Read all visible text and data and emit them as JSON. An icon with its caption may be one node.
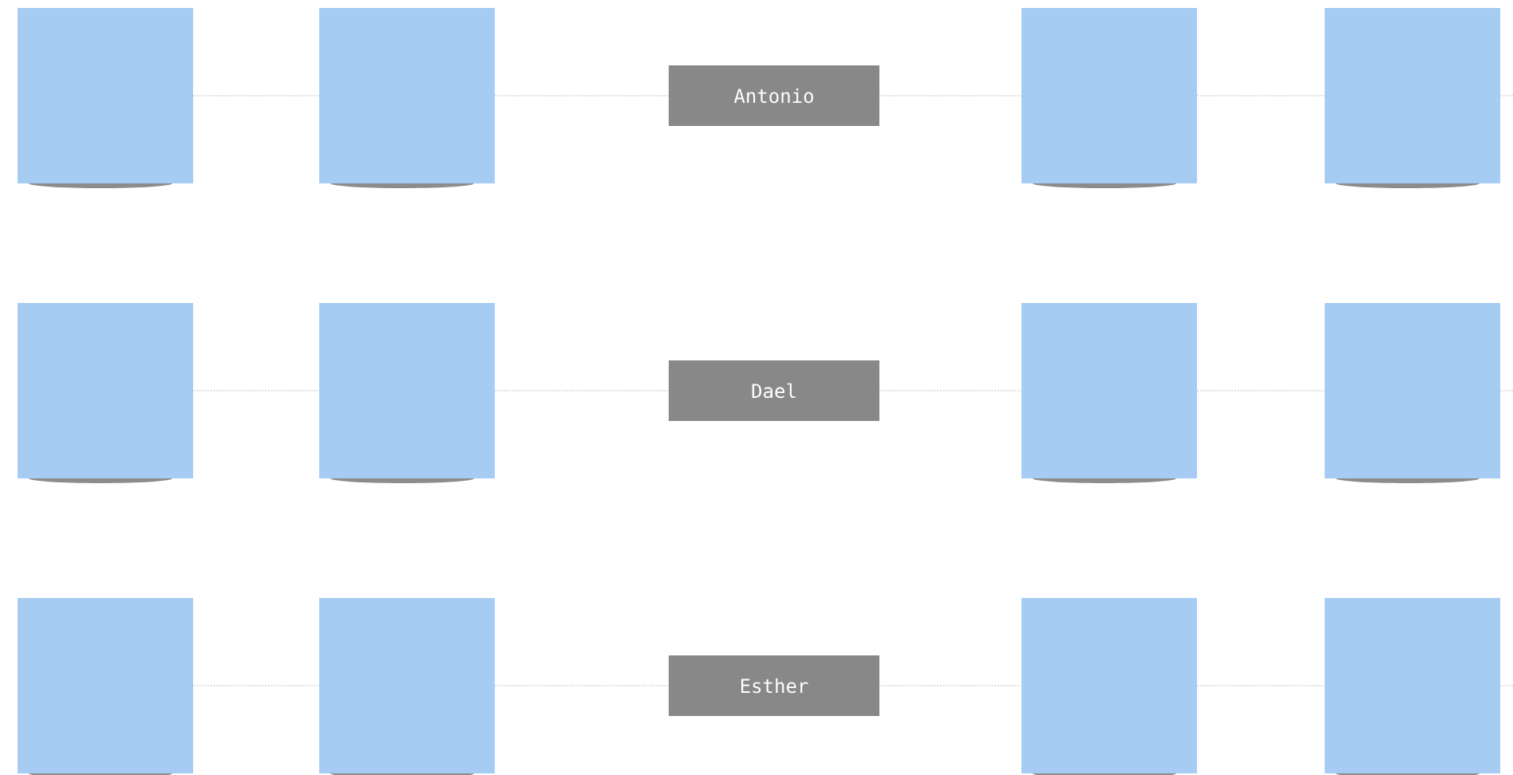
{
  "diagram": {
    "nodes": [
      {
        "text": [],
        "shape": "box"
      },
      {
        "text": [],
        "shape": "box"
      },
      {
        "text": [
          "Antonio"
        ]
      },
      {
        "text": [],
        "shape": "box"
      },
      {
        "text": [],
        "shape": "box"
      },
      {
        "text": [],
        "shape": "box"
      },
      {
        "text": [],
        "shape": "box"
      },
      {
        "text": [
          "Dael"
        ]
      },
      {
        "text": [],
        "shape": "box"
      },
      {
        "text": [],
        "shape": "box"
      },
      {
        "text": [],
        "shape": "box"
      },
      {
        "text": [],
        "shape": "box"
      },
      {
        "text": [
          "Esther"
        ]
      },
      {
        "text": [],
        "shape": "box"
      },
      {
        "text": [],
        "shape": "box"
      }
    ],
    "edges": [
      {
        "from": 0,
        "to": 1,
        "arrow": "none",
        "style": "dashed"
      },
      {
        "from": 1,
        "to": 2,
        "arrow": "none",
        "style": "dashed"
      },
      {
        "from": 2,
        "to": 3,
        "arrow": "none",
        "style": "dashed"
      },
      {
        "from": 3,
        "to": 4,
        "arrow": "none",
        "style": "dashed"
      },
      {
        "from": 4,
        "to": null,
        "arrow": "none",
        "style": "dashed"
      },
      {
        "from": 5,
        "to": 6,
        "arrow": "none",
        "style": "dashed"
      },
      {
        "from": 6,
        "to": 7,
        "arrow": "none",
        "style": "dashed"
      },
      {
        "from": 7,
        "to": 8,
        "arrow": "none",
        "style": "dashed"
      },
      {
        "from": 8,
        "to": 9,
        "arrow": "none",
        "style": "dashed"
      },
      {
        "from": 9,
        "to": null,
        "arrow": "none",
        "style": "dashed"
      },
      {
        "from": 10,
        "to": 11,
        "arrow": "none",
        "style": "dashed"
      },
      {
        "from": 11,
        "to": 12,
        "arrow": "none",
        "style": "dashed"
      },
      {
        "from": 12,
        "to": 13,
        "arrow": "none",
        "style": "dashed"
      },
      {
        "from": 13,
        "to": 14,
        "arrow": "none",
        "style": "dashed"
      },
      {
        "from": 14,
        "to": null,
        "arrow": "none",
        "style": "dashed"
      }
    ]
  }
}
